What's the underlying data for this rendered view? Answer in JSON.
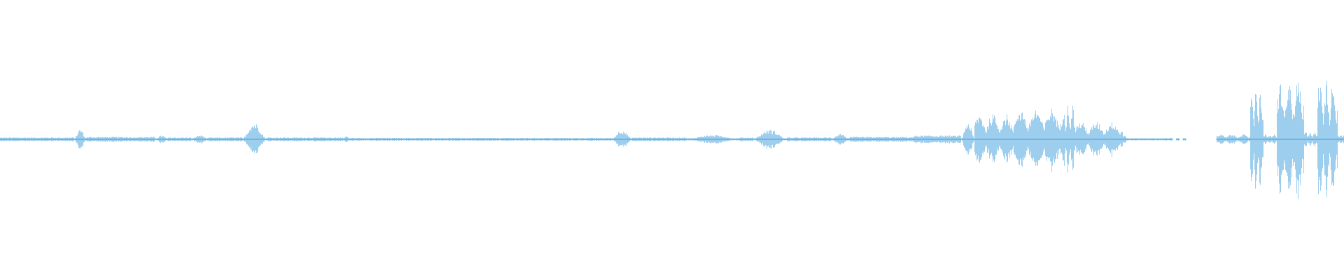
{
  "waveform": {
    "color": "#5dade2",
    "baseline_amplitude": 0.012,
    "segments": [
      {
        "start": 0.0,
        "end": 0.055,
        "amp": 0.02
      },
      {
        "start": 0.055,
        "end": 0.064,
        "amp": 0.105,
        "shape": "burst"
      },
      {
        "start": 0.064,
        "end": 0.115,
        "amp": 0.025
      },
      {
        "start": 0.115,
        "end": 0.125,
        "amp": 0.04,
        "shape": "burst"
      },
      {
        "start": 0.125,
        "end": 0.142,
        "amp": 0.02
      },
      {
        "start": 0.142,
        "end": 0.155,
        "amp": 0.045,
        "shape": "burst"
      },
      {
        "start": 0.155,
        "end": 0.18,
        "amp": 0.02
      },
      {
        "start": 0.18,
        "end": 0.198,
        "amp": 0.17,
        "shape": "burst"
      },
      {
        "start": 0.198,
        "end": 0.255,
        "amp": 0.02
      },
      {
        "start": 0.255,
        "end": 0.26,
        "amp": 0.035,
        "shape": "burst"
      },
      {
        "start": 0.26,
        "end": 0.455,
        "amp": 0.015
      },
      {
        "start": 0.455,
        "end": 0.47,
        "amp": 0.1,
        "shape": "burst"
      },
      {
        "start": 0.47,
        "end": 0.51,
        "amp": 0.02
      },
      {
        "start": 0.51,
        "end": 0.55,
        "amp": 0.045,
        "shape": "burst"
      },
      {
        "start": 0.55,
        "end": 0.56,
        "amp": 0.02
      },
      {
        "start": 0.56,
        "end": 0.585,
        "amp": 0.1,
        "shape": "burst"
      },
      {
        "start": 0.585,
        "end": 0.618,
        "amp": 0.02
      },
      {
        "start": 0.618,
        "end": 0.632,
        "amp": 0.06,
        "shape": "burst"
      },
      {
        "start": 0.632,
        "end": 0.68,
        "amp": 0.025
      },
      {
        "start": 0.68,
        "end": 0.715,
        "amp": 0.04
      },
      {
        "start": 0.715,
        "end": 0.725,
        "amp": 0.18,
        "shape": "burst"
      },
      {
        "start": 0.725,
        "end": 0.755,
        "amp": 0.26,
        "shape": "speech"
      },
      {
        "start": 0.755,
        "end": 0.79,
        "amp": 0.32,
        "shape": "speech"
      },
      {
        "start": 0.79,
        "end": 0.8,
        "amp": 0.36,
        "shape": "speech"
      },
      {
        "start": 0.8,
        "end": 0.835,
        "amp": 0.18,
        "shape": "speech"
      },
      {
        "start": 0.835,
        "end": 0.838,
        "amp": 0.04
      },
      {
        "start": 0.838,
        "end": 0.87,
        "amp": 0.01
      },
      {
        "start": 0.87,
        "end": 0.885,
        "amp": 0.015,
        "shape": "dashed"
      },
      {
        "start": 0.885,
        "end": 0.905,
        "amp": 0.0,
        "shape": "gap"
      },
      {
        "start": 0.905,
        "end": 0.93,
        "amp": 0.05,
        "shape": "speech"
      },
      {
        "start": 0.93,
        "end": 0.94,
        "amp": 0.55,
        "shape": "speech"
      },
      {
        "start": 0.94,
        "end": 0.95,
        "amp": 0.05,
        "shape": "speech"
      },
      {
        "start": 0.95,
        "end": 0.97,
        "amp": 0.6,
        "shape": "speech"
      },
      {
        "start": 0.97,
        "end": 0.98,
        "amp": 0.08,
        "shape": "speech"
      },
      {
        "start": 0.98,
        "end": 0.995,
        "amp": 0.62,
        "shape": "speech"
      },
      {
        "start": 0.995,
        "end": 1.0,
        "amp": 0.04
      }
    ]
  }
}
